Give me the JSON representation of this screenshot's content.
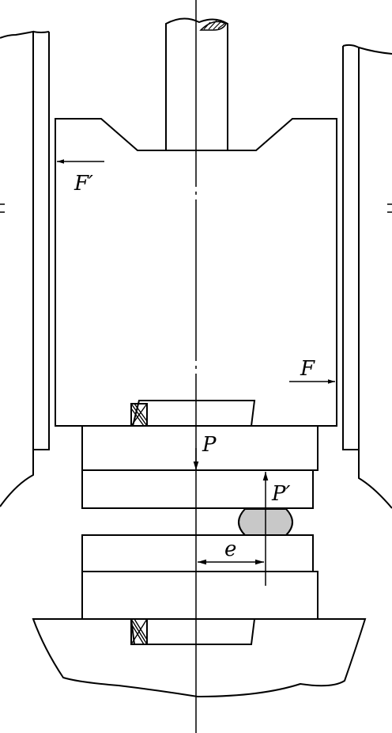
{
  "labels": {
    "f_prime": "F′",
    "f": "F",
    "p": "P",
    "p_prime": "P′",
    "e": "e"
  },
  "colors": {
    "ink": "#000000",
    "specimen_fill": "#c8c8c8"
  }
}
